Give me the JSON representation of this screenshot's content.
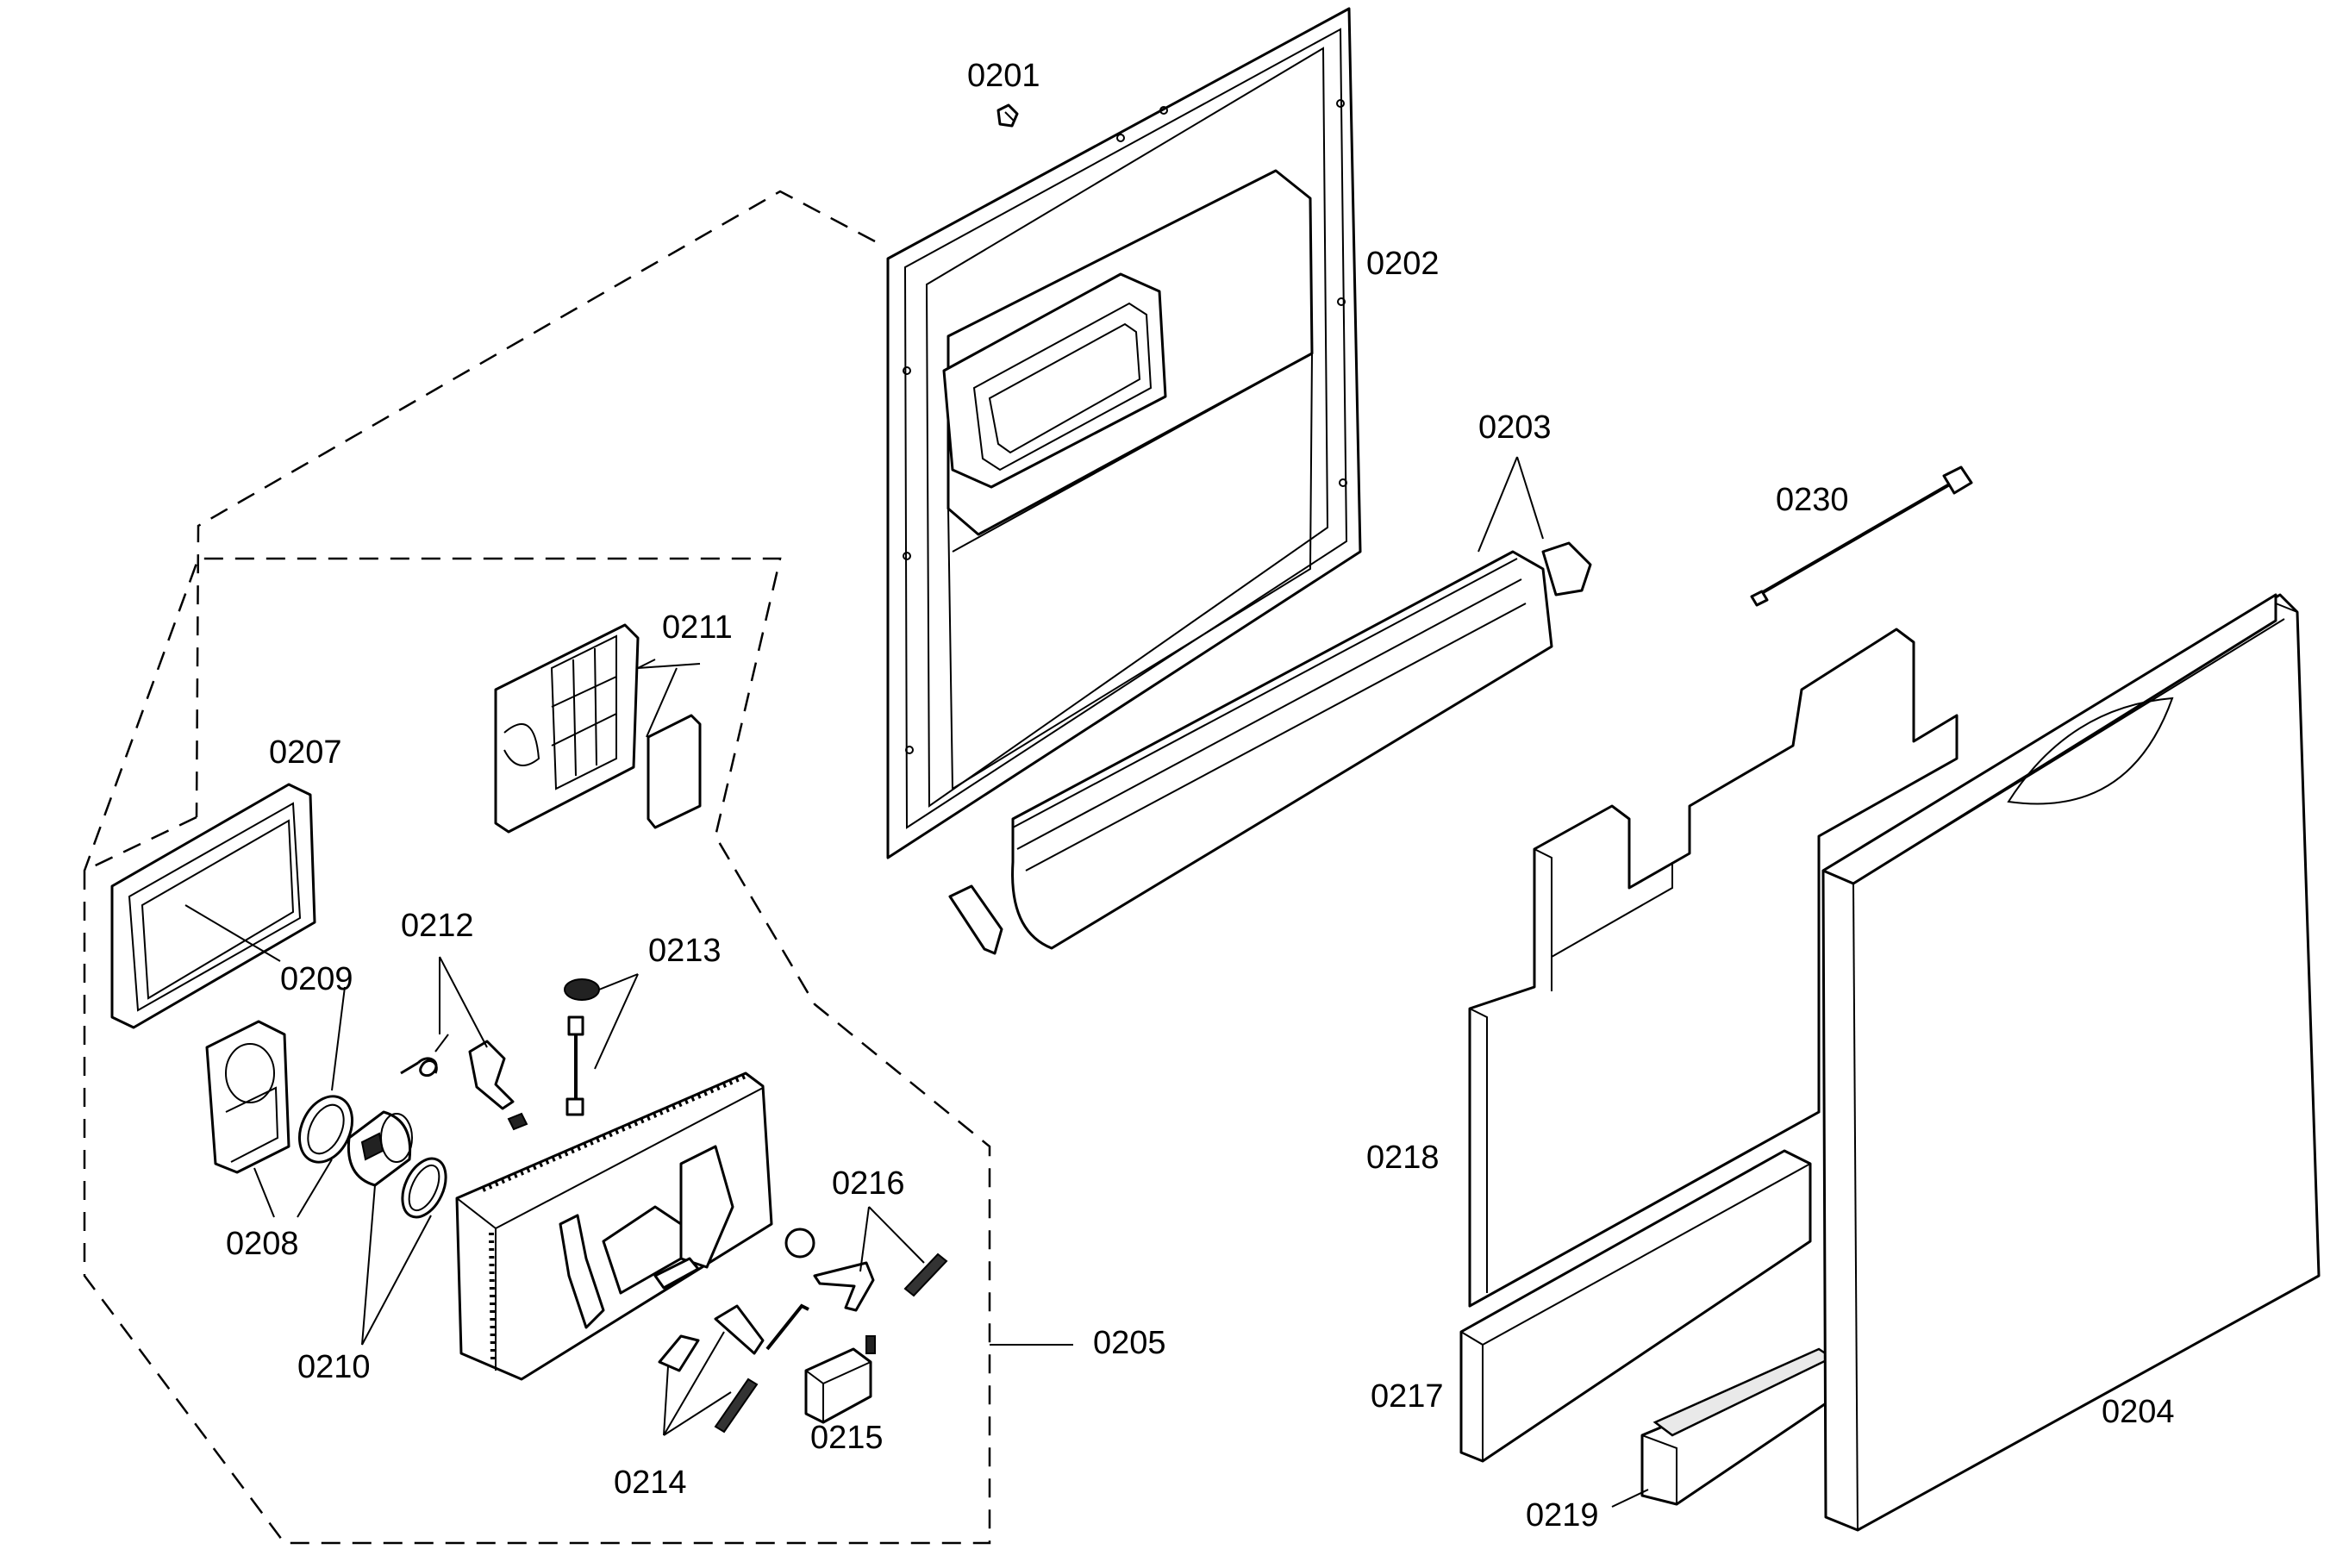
{
  "labels": {
    "p0201": "0201",
    "p0202": "0202",
    "p0203": "0203",
    "p0204": "0204",
    "p0205": "0205",
    "p0207": "0207",
    "p0208": "0208",
    "p0209": "0209",
    "p0210": "0210",
    "p0211": "0211",
    "p0212": "0212",
    "p0213": "0213",
    "p0214": "0214",
    "p0215": "0215",
    "p0216": "0216",
    "p0217": "0217",
    "p0218": "0218",
    "p0219": "0219",
    "p0230": "0230"
  }
}
